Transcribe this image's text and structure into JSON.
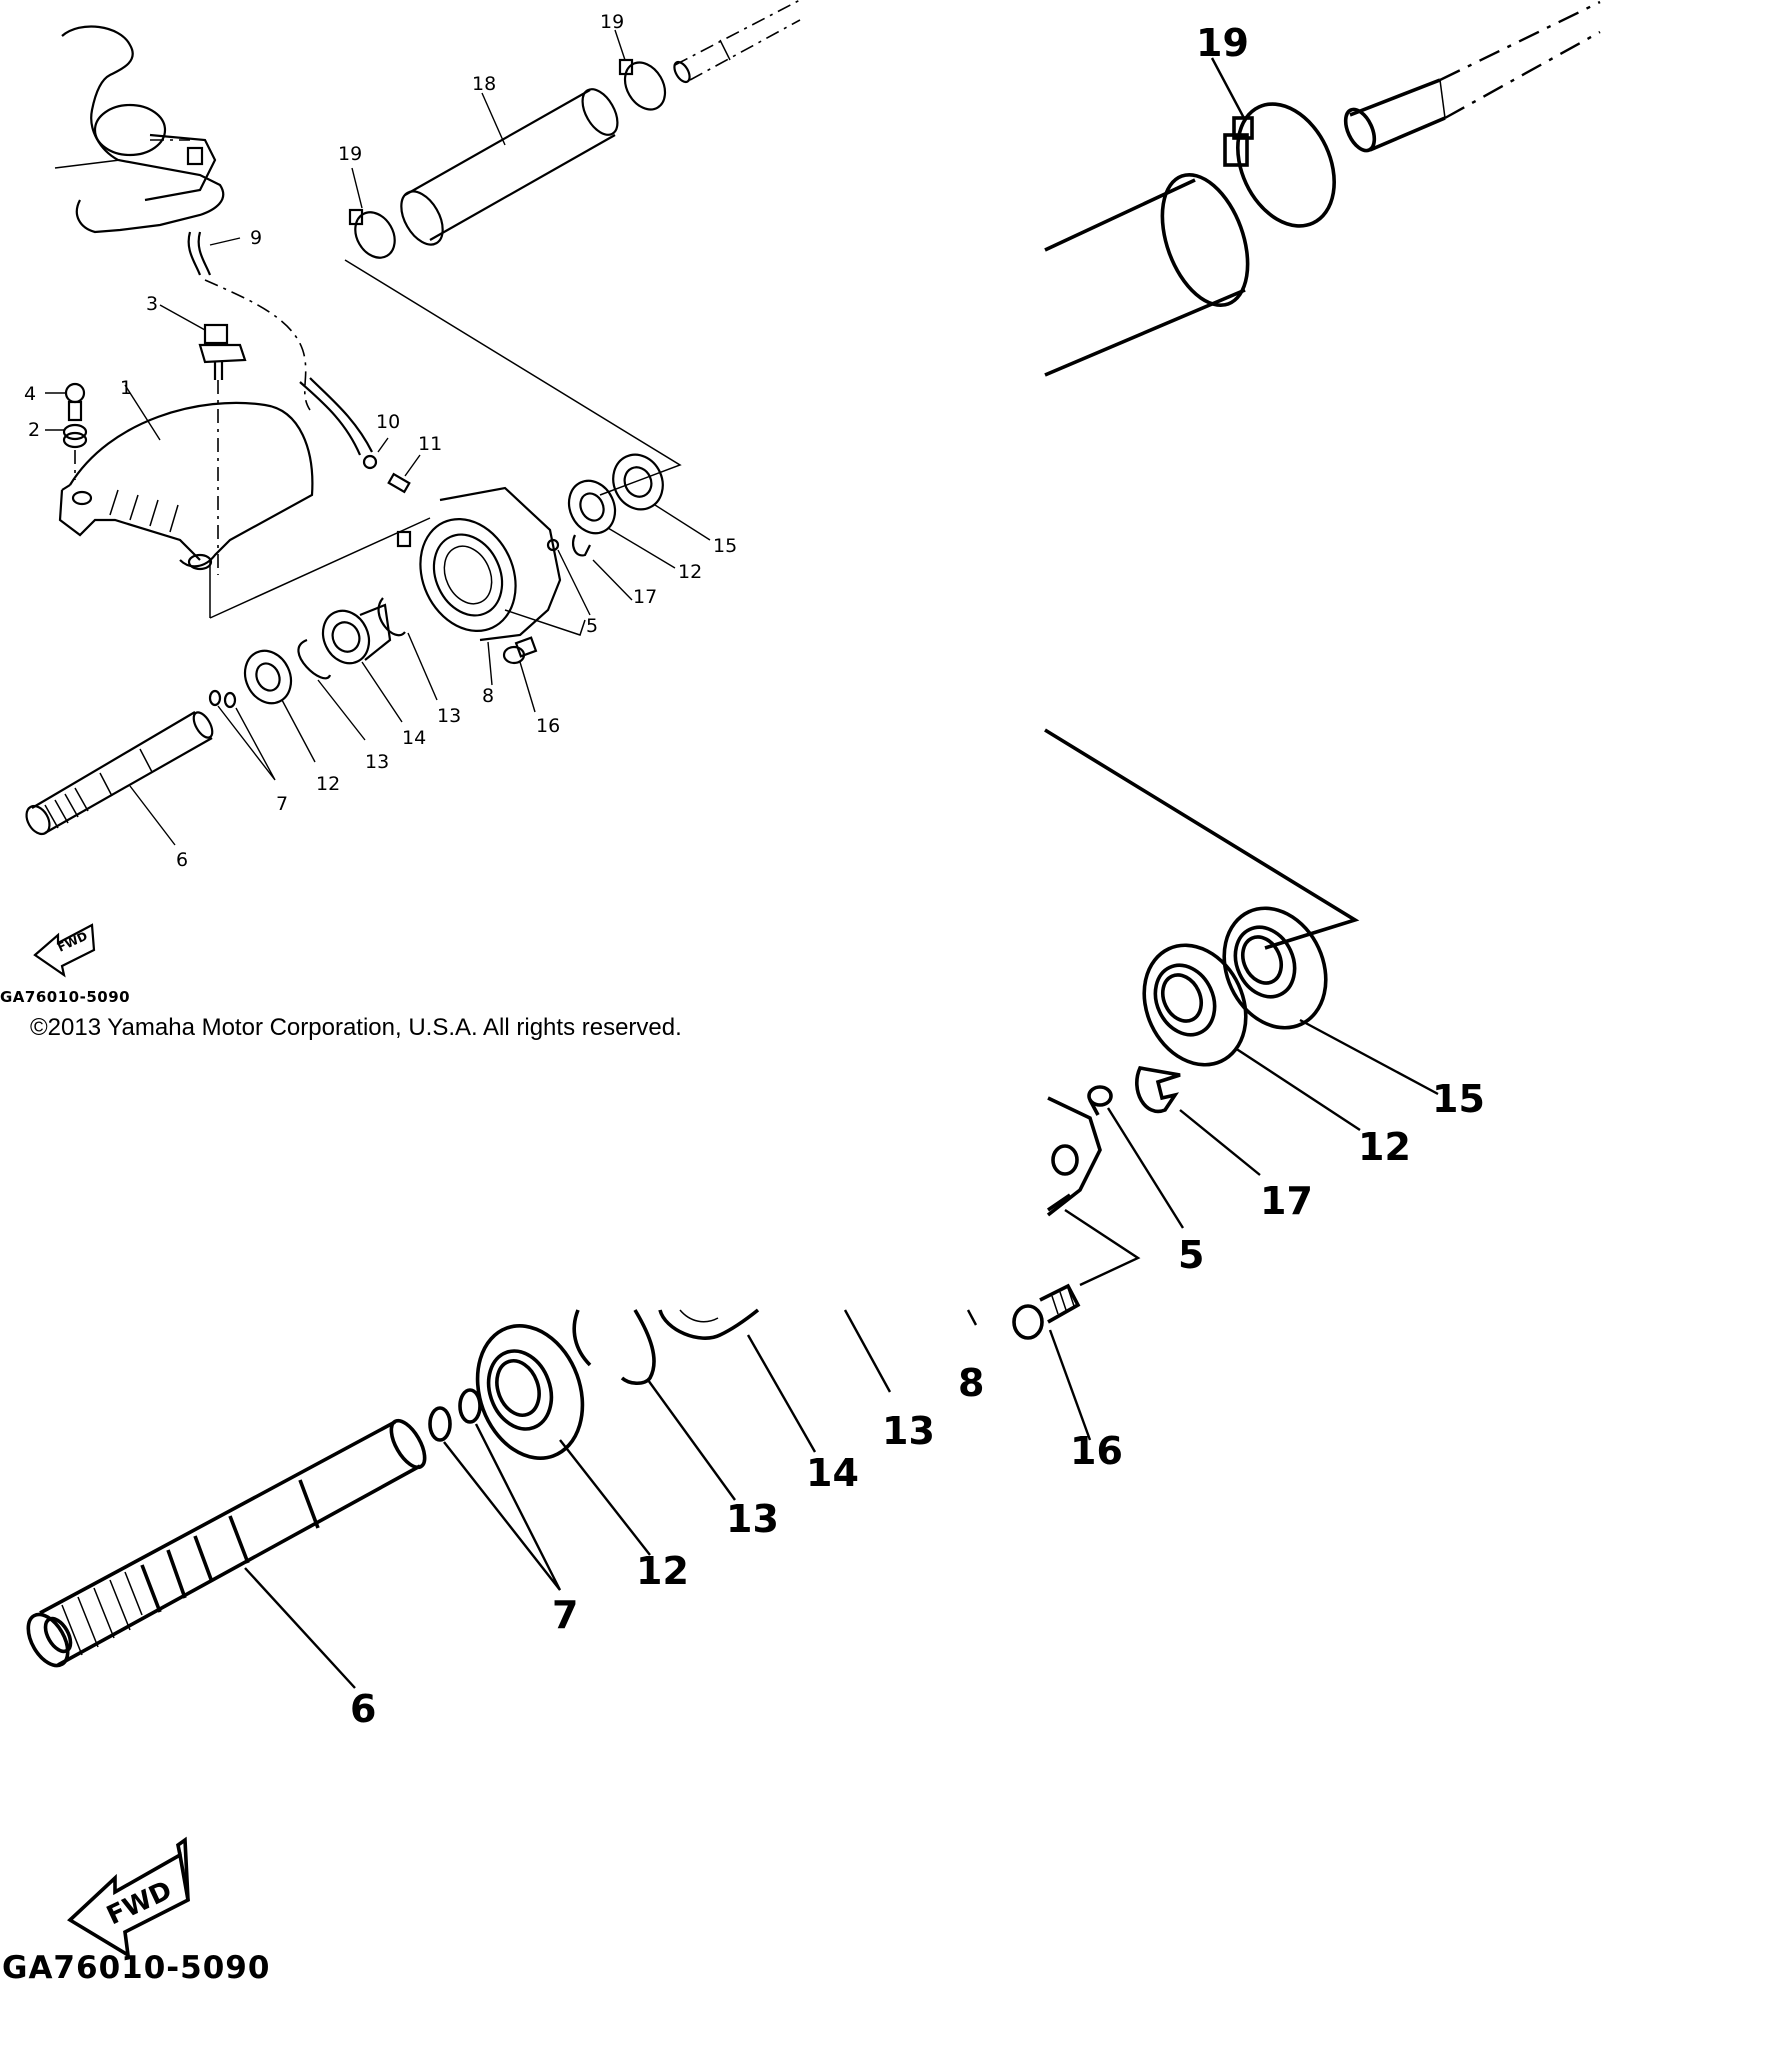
{
  "overview": {
    "callouts": {
      "c1": "1",
      "c2": "2",
      "c3": "3",
      "c4": "4",
      "c5": "5",
      "c6": "6",
      "c7": "7",
      "c8": "8",
      "c9": "9",
      "c10": "10",
      "c11": "11",
      "c12a": "12",
      "c12b": "12",
      "c13a": "13",
      "c13b": "13",
      "c14": "14",
      "c15": "15",
      "c16": "16",
      "c17": "17",
      "c18": "18",
      "c19a": "19",
      "c19b": "19"
    },
    "fwd_label": "FWD",
    "diagram_code": "GA76010-5090"
  },
  "copyright": "©2013 Yamaha Motor Corporation, U.S.A. All rights reserved.",
  "zoom_hose": {
    "callouts": {
      "c19": "19"
    }
  },
  "zoom_seals": {
    "callouts": {
      "c15": "15",
      "c12": "12",
      "c17": "17",
      "c5": "5"
    }
  },
  "zoom_shaft": {
    "callouts": {
      "c8": "8",
      "c16": "16",
      "c13a": "13",
      "c14": "14",
      "c13b": "13",
      "c12": "12",
      "c7": "7",
      "c6": "6"
    },
    "fwd_label": "FWD",
    "diagram_code": "GA76010-5090"
  }
}
